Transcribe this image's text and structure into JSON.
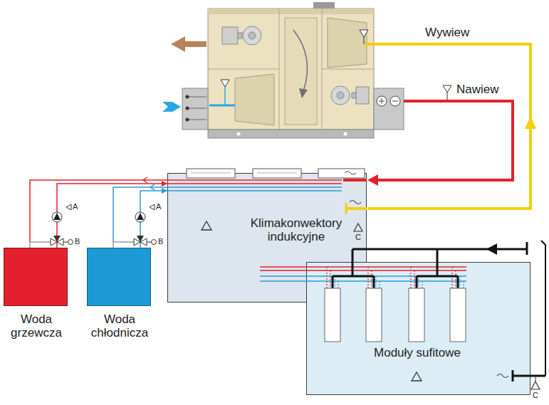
{
  "diagram": {
    "nodes": [
      {
        "text": [
          "Klimakonwektory indukcyjne"
        ]
      },
      {
        "text": [
          "Moduły sufitowe"
        ]
      },
      {
        "text": [
          "Woda grzewcza"
        ]
      },
      {
        "text": [
          "Woda chłodnicza"
        ]
      }
    ],
    "edges": [
      {
        "from": 2,
        "to": 0,
        "arrow": "to"
      },
      {
        "from": 3,
        "to": 0,
        "arrow": "to"
      }
    ],
    "labels": [
      "Wywiew",
      "Nawiew",
      "A",
      "B",
      "A",
      "B",
      "C",
      "C"
    ]
  }
}
